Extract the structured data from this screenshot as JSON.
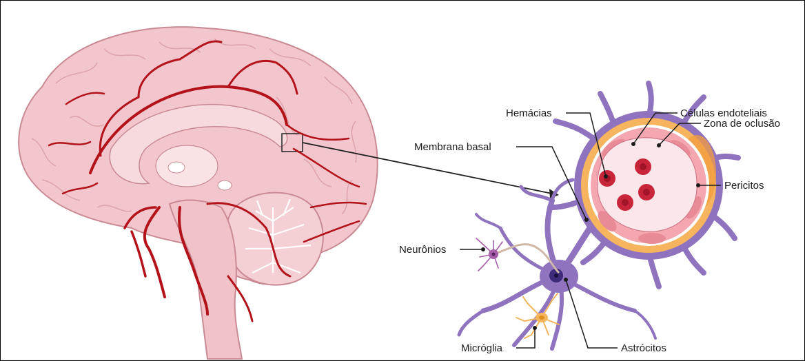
{
  "labels": {
    "celulas_endoteliais": "Células endoteliais",
    "hemacias": "Hemácias",
    "zona_oclusao": "Zona de oclusão",
    "membrana_basal": "Membrana basal",
    "pericitos": "Pericitos",
    "neuronios": "Neurônios",
    "microglia": "Micróglia",
    "astrocitos": "Astrócitos"
  },
  "colors": {
    "brain": "#f2c6cc",
    "brain_outline": "#c98a93",
    "artery": "#b3121a",
    "astrocyte": "#8f73bf",
    "pericyte": "#f6b45e",
    "endothelium": "#f4a7b0",
    "rbc": "#c8243a",
    "microglia": "#f3b45c",
    "neuron": "#a65ca8"
  }
}
